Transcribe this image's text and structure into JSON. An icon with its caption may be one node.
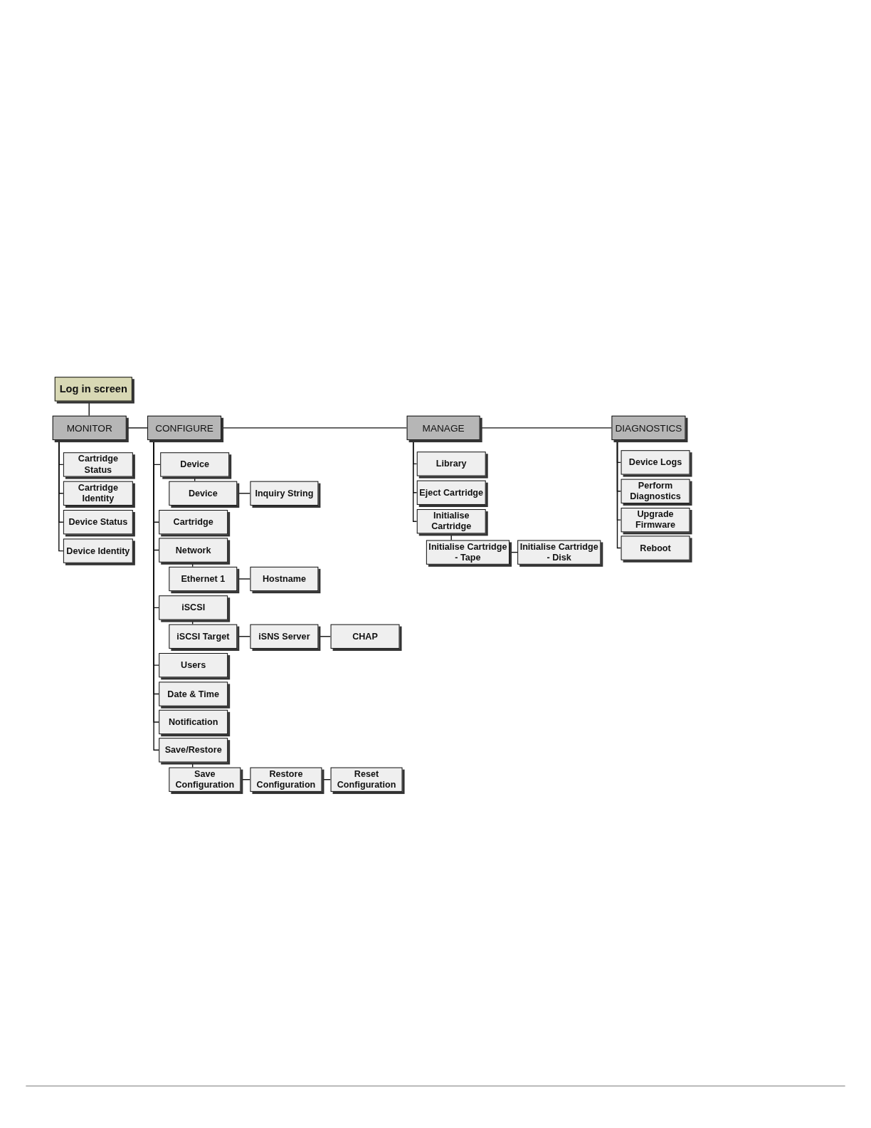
{
  "diagram": {
    "nodes": [
      {
        "text": [
          "Log in screen"
        ]
      },
      {
        "text": [
          "MONITOR"
        ]
      },
      {
        "text": [
          "CONFIGURE"
        ]
      },
      {
        "text": [
          "MANAGE"
        ]
      },
      {
        "text": [
          "DIAGNOSTICS"
        ]
      },
      {
        "text": [
          "Cartridge Status"
        ]
      },
      {
        "text": [
          "Cartridge Identity"
        ]
      },
      {
        "text": [
          "Device Status"
        ]
      },
      {
        "text": [
          "Device Identity"
        ]
      },
      {
        "text": [
          "Device"
        ]
      },
      {
        "text": [
          "Device"
        ]
      },
      {
        "text": [
          "Inquiry String"
        ]
      },
      {
        "text": [
          "Cartridge"
        ]
      },
      {
        "text": [
          "Network"
        ]
      },
      {
        "text": [
          "Ethernet 1"
        ]
      },
      {
        "text": [
          "Hostname"
        ]
      },
      {
        "text": [
          "iSCSI"
        ]
      },
      {
        "text": [
          "iSCSI Target"
        ]
      },
      {
        "text": [
          "iSNS Server"
        ]
      },
      {
        "text": [
          "CHAP"
        ]
      },
      {
        "text": [
          "Users"
        ]
      },
      {
        "text": [
          "Date & Time"
        ]
      },
      {
        "text": [
          "Notification"
        ]
      },
      {
        "text": [
          "Save/Restore"
        ]
      },
      {
        "text": [
          "Save Configuration"
        ]
      },
      {
        "text": [
          "Restore Configuration"
        ]
      },
      {
        "text": [
          "Reset Configuration"
        ]
      },
      {
        "text": [
          "Library"
        ]
      },
      {
        "text": [
          "Eject Cartridge"
        ]
      },
      {
        "text": [
          "Initialise Cartridge"
        ]
      },
      {
        "text": [
          "Initialise Cartridge - Tape"
        ]
      },
      {
        "text": [
          "Initialise Cartridge - Disk"
        ]
      },
      {
        "text": [
          "Device Logs"
        ]
      },
      {
        "text": [
          "Perform Diagnostics"
        ]
      },
      {
        "text": [
          "Upgrade Firmware"
        ]
      },
      {
        "text": [
          "Reboot"
        ]
      }
    ],
    "edges": [
      {
        "from": 0,
        "to": 1,
        "arrow": "none"
      },
      {
        "from": 1,
        "to": 2,
        "arrow": "none"
      },
      {
        "from": 2,
        "to": 3,
        "arrow": "none"
      },
      {
        "from": 3,
        "to": 4,
        "arrow": "none"
      },
      {
        "from": 1,
        "to": 5,
        "arrow": "none"
      },
      {
        "from": 1,
        "to": 6,
        "arrow": "none"
      },
      {
        "from": 1,
        "to": 7,
        "arrow": "none"
      },
      {
        "from": 1,
        "to": 8,
        "arrow": "none"
      },
      {
        "from": 2,
        "to": 9,
        "arrow": "none"
      },
      {
        "from": 9,
        "to": 10,
        "arrow": "none"
      },
      {
        "from": 10,
        "to": 11,
        "arrow": "none"
      },
      {
        "from": 2,
        "to": 12,
        "arrow": "none"
      },
      {
        "from": 2,
        "to": 13,
        "arrow": "none"
      },
      {
        "from": 13,
        "to": 14,
        "arrow": "none"
      },
      {
        "from": 14,
        "to": 15,
        "arrow": "none"
      },
      {
        "from": 2,
        "to": 16,
        "arrow": "none"
      },
      {
        "from": 16,
        "to": 17,
        "arrow": "none"
      },
      {
        "from": 17,
        "to": 18,
        "arrow": "none"
      },
      {
        "from": 18,
        "to": 19,
        "arrow": "none"
      },
      {
        "from": 2,
        "to": 20,
        "arrow": "none"
      },
      {
        "from": 2,
        "to": 21,
        "arrow": "none"
      },
      {
        "from": 2,
        "to": 22,
        "arrow": "none"
      },
      {
        "from": 2,
        "to": 23,
        "arrow": "none"
      },
      {
        "from": 23,
        "to": 24,
        "arrow": "none"
      },
      {
        "from": 24,
        "to": 25,
        "arrow": "none"
      },
      {
        "from": 25,
        "to": 26,
        "arrow": "none"
      },
      {
        "from": 3,
        "to": 27,
        "arrow": "none"
      },
      {
        "from": 3,
        "to": 28,
        "arrow": "none"
      },
      {
        "from": 3,
        "to": 29,
        "arrow": "none"
      },
      {
        "from": 29,
        "to": 30,
        "arrow": "none"
      },
      {
        "from": 30,
        "to": 31,
        "arrow": "none"
      },
      {
        "from": 4,
        "to": 32,
        "arrow": "none"
      },
      {
        "from": 4,
        "to": 33,
        "arrow": "none"
      },
      {
        "from": 4,
        "to": 34,
        "arrow": "none"
      },
      {
        "from": 4,
        "to": 35,
        "arrow": "none"
      }
    ]
  }
}
